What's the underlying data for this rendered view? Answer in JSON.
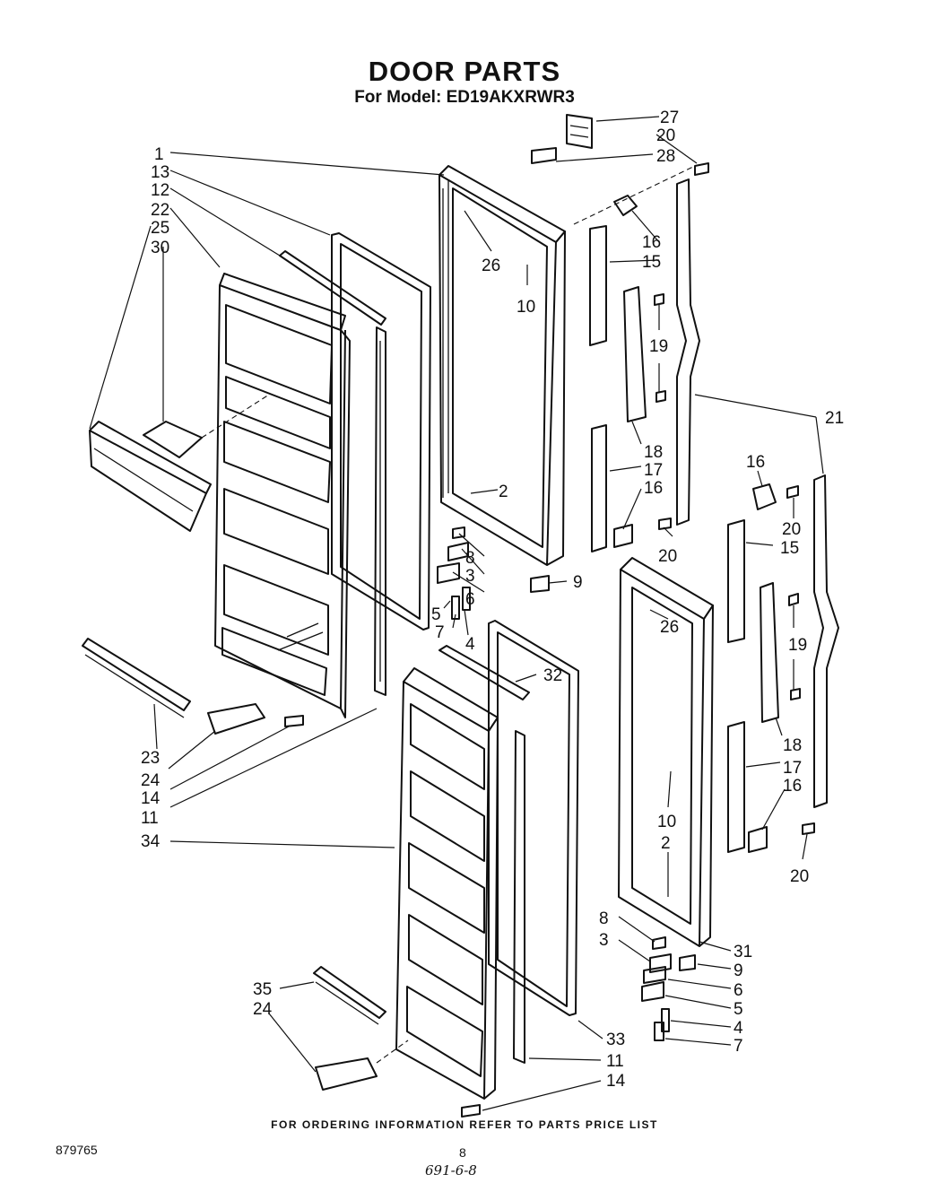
{
  "header": {
    "title": "DOOR PARTS",
    "subtitle": "For Model: ED19AKXRWR3"
  },
  "footer": {
    "note": "FOR ORDERING INFORMATION REFER TO PARTS PRICE LIST",
    "catalog_number": "879765",
    "page_number": "8",
    "handwritten": "691-6-8"
  },
  "callouts": {
    "c1": "1",
    "c13": "13",
    "c12": "12",
    "c22": "22",
    "c25": "25",
    "c30": "30",
    "c27": "27",
    "c20a": "20",
    "c28": "28",
    "c26a": "26",
    "c10a": "10",
    "c16a": "16",
    "c15a": "15",
    "c19a": "19",
    "c21": "21",
    "c18a": "18",
    "c17a": "17",
    "c16b": "16",
    "c2a": "2",
    "c20b": "20",
    "c8a": "8",
    "c3a": "3",
    "c6a": "6",
    "c5a": "5",
    "c7a": "7",
    "c4a": "4",
    "c9a": "9",
    "c16c": "16",
    "c20c": "20",
    "c15b": "15",
    "c26b": "26",
    "c19b": "19",
    "c18b": "18",
    "c17b": "17",
    "c16d": "16",
    "c10b": "10",
    "c2b": "2",
    "c20d": "20",
    "c32": "32",
    "c23": "23",
    "c24a": "24",
    "c14a": "14",
    "c11a": "11",
    "c34": "34",
    "c8b": "8",
    "c3b": "3",
    "c31": "31",
    "c9b": "9",
    "c6b": "6",
    "c5b": "5",
    "c4b": "4",
    "c7b": "7",
    "c35": "35",
    "c24b": "24",
    "c33": "33",
    "c11b": "11",
    "c14b": "14"
  }
}
